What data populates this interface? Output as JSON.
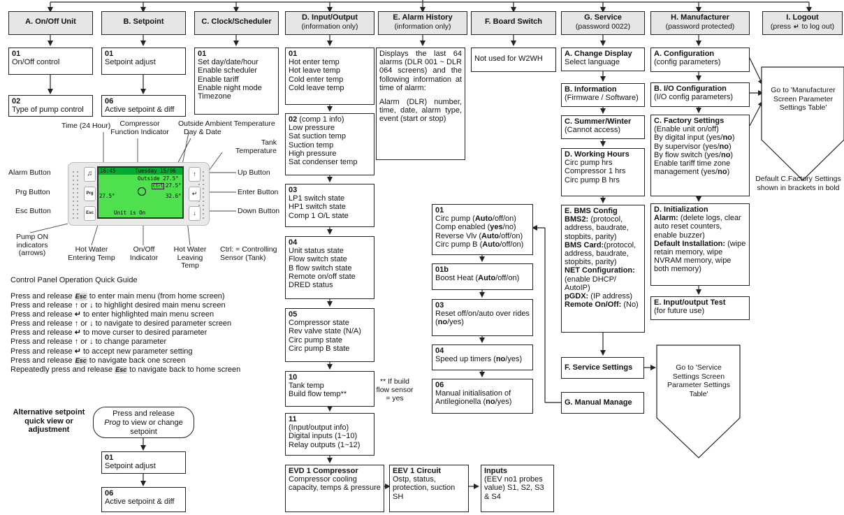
{
  "headers": [
    {
      "title": "A. On/Off Unit",
      "sub": ""
    },
    {
      "title": "B. Setpoint",
      "sub": ""
    },
    {
      "title": "C. Clock/Scheduler",
      "sub": ""
    },
    {
      "title": "D. Input/Output",
      "sub": "(information only)"
    },
    {
      "title": "E. Alarm History",
      "sub": "(information only)"
    },
    {
      "title": "F. Board Switch",
      "sub": ""
    },
    {
      "title": "G. Service",
      "sub": "(password 0022)"
    },
    {
      "title": "H. Manufacturer",
      "sub": "(password protected)"
    },
    {
      "title": "I. Logout",
      "sub_pre": "(press",
      "sub_post": "to log out)"
    }
  ],
  "colA": [
    {
      "code": "01",
      "text": "On/Off control"
    },
    {
      "code": "02",
      "text": "Type of pump control"
    }
  ],
  "colB": [
    {
      "code": "01",
      "text": "Setpoint adjust"
    },
    {
      "code": "06",
      "text": "Active setpoint & diff"
    }
  ],
  "colC": {
    "code": "01",
    "lines": [
      "Set day/date/hour",
      "Enable scheduler",
      "Enable tariff",
      "Enable night mode",
      "Timezone"
    ]
  },
  "colD": [
    {
      "code": "01",
      "code_suffix": "",
      "lines": [
        "Hot enter temp",
        "Hot leave temp",
        "Cold enter temp",
        "Cold leave temp"
      ]
    },
    {
      "code": "02",
      "code_suffix": " (comp 1 info)",
      "lines": [
        "Low pressure",
        "Sat suction temp",
        "Suction temp",
        "High pressure",
        "Sat condenser temp"
      ]
    },
    {
      "code": "03",
      "code_suffix": "",
      "lines": [
        "LP1 switch state",
        "HP1 switch state",
        "Comp 1 O/L state"
      ]
    },
    {
      "code": "04",
      "code_suffix": "",
      "lines": [
        "Unit status state",
        "Flow switch state",
        "B flow switch state",
        "Remote on/off state",
        "DRED status"
      ]
    },
    {
      "code": "05",
      "code_suffix": "",
      "lines": [
        "Compressor state",
        "Rev valve state (N/A)",
        "Circ pump state",
        "Circ pump B state"
      ]
    },
    {
      "code": "10",
      "code_suffix": "",
      "lines": [
        "Tank temp",
        "Build flow temp**"
      ]
    },
    {
      "code": "11",
      "code_suffix": "",
      "lines": [
        "(Input/output info)",
        "Digital inputs (1~10)",
        "Relay outputs (1~12)"
      ]
    }
  ],
  "d10_note": "** If build flow sensor = yes",
  "evd": {
    "title": "EVD 1 Compressor",
    "text": "Compressor cooling capacity, temps & pressure"
  },
  "eev": {
    "title": "EEV 1 Circuit",
    "text": "Ostp, status, protection, suction SH"
  },
  "inputs": {
    "title": "Inputs",
    "text": "(EEV no1 probes value) S1, S2, S3 & S4"
  },
  "colE": {
    "p1": "Displays the last 64 alarms (DLR 001 ~ DLR 064 screens) and the following information at time of alarm:",
    "p2": "Alarm (DLR) number, time, date, alarm type, event (start or stop)"
  },
  "colF": "Not used for W2WH",
  "colG": {
    "a": {
      "title": "A. Change Display",
      "lines": [
        "Select language"
      ]
    },
    "b": {
      "title": "B. Information",
      "lines": [
        "(Firmware / Software)"
      ]
    },
    "c": {
      "title": "C. Summer/Winter",
      "lines": [
        "(Cannot access)"
      ]
    },
    "d": {
      "title": "D. Working Hours",
      "lines": [
        "Circ pump hrs",
        "Compressor 1 hrs",
        "Circ pump B hrs"
      ]
    },
    "e": {
      "title": "E. BMS Config",
      "rows": [
        {
          "b": "BMS2:",
          "t": " (protocol, address, baudrate, stopbits, parity)"
        },
        {
          "b": "BMS Card:",
          "t": "(protocol, address, baudrate, stopbits, parity)"
        },
        {
          "b": "NET Configuration:",
          "t": " (enable DHCP/ AutoIP)"
        },
        {
          "b": "pGDX:",
          "t": " (IP address)"
        },
        {
          "b": "Remote On/Off:",
          "t": " (No)"
        }
      ]
    },
    "f": "F. Service Settings",
    "g": "G. Manual Manage",
    "goto": "Go to 'Service Settings Screen Parameter Settings Table'"
  },
  "manual": [
    {
      "code": "01",
      "rows": [
        {
          "a": "Circ pump (",
          "b": "Auto",
          "c": "/off/on)"
        },
        {
          "a": "Comp enabled (",
          "b": "yes",
          "c": "/no)"
        },
        {
          "a": "Reverse Vlv (",
          "b": "Auto",
          "c": "/off/on)"
        },
        {
          "a": "Circ pump B (",
          "b": "Auto",
          "c": "/off/on)"
        }
      ]
    },
    {
      "code": "01b",
      "rows": [
        {
          "a": "Boost Heat (",
          "b": "Auto",
          "c": "/off/on)"
        }
      ]
    },
    {
      "code": "03",
      "rows": [
        {
          "a": "Reset off/on/auto over rides (",
          "b": "no",
          "c": "/yes)"
        }
      ]
    },
    {
      "code": "04",
      "rows": [
        {
          "a": "Speed up timers (",
          "b": "no",
          "c": "/yes)"
        }
      ]
    },
    {
      "code": "06",
      "rows": [
        {
          "a": "Manual initialisation of Antilegionella (",
          "b": "no",
          "c": "/yes)"
        }
      ]
    }
  ],
  "colH": {
    "a": {
      "title": "A. Configuration",
      "lines": [
        "(config parameters)"
      ]
    },
    "b": {
      "title": "B. I/O Configuration",
      "lines": [
        "(I/O config parameters)"
      ]
    },
    "c": {
      "title": "C. Factory Settings",
      "rows": [
        {
          "a": "(Enable unit on/off)",
          "b": "",
          "c": ""
        },
        {
          "a": "By digital input (yes/",
          "b": "no",
          "c": ")"
        },
        {
          "a": "By supervisor (yes/",
          "b": "no",
          "c": ")"
        },
        {
          "a": "By flow switch (yes/",
          "b": "no",
          "c": ")"
        },
        {
          "a": "Enable tariff time zone management (yes/",
          "b": "no",
          "c": ")"
        }
      ]
    },
    "d": {
      "title": "D. Initialization",
      "rows": [
        {
          "b": "Alarm:",
          "t": " (delete logs, clear auto reset counters, enable buzzer)"
        },
        {
          "b": "Default Installation:",
          "t": " (wipe retain memory, wipe NVRAM memory, wipe both memory)"
        }
      ]
    },
    "e": {
      "title": "E. Input/output Test",
      "lines": [
        "(for future use)"
      ]
    },
    "goto": "Go to 'Manufacturer Screen Parameter Settings Table'",
    "note": "Default C.Factory Settings shown in brackets in bold"
  },
  "panel": {
    "screen_l1a": "16:45",
    "screen_l1b": "Tuesday 15/06",
    "screen_l2": "Outside 27.5°",
    "screen_ctrl": "Ctrl",
    "screen_r1": "27.5°",
    "screen_r2": "32.6°",
    "screen_left": "27.5°",
    "screen_status": "Unit is On",
    "labels": {
      "time": "Time (24 Hour)",
      "comp": "Compressor Function Indicator",
      "outside": "Outside Ambient Temperature",
      "day": "Day & Date",
      "tank": "Tank Temperature",
      "alarm": "Alarm Button",
      "prg": "Prg Button",
      "esc": "Esc Button",
      "up": "Up Button",
      "enter": "Enter Button",
      "down": "Down Button",
      "pump": "Pump ON indicators (arrows)",
      "hwe": "Hot Water Entering Temp",
      "onoff": "On/Off Indicator",
      "hwl": "Hot Water Leaving Temp",
      "ctrl": "Ctrl: = Controlling Sensor (Tank)"
    },
    "btn_prg": "Prg",
    "btn_esc": "Esc"
  },
  "guide": {
    "title": "Control Panel Operation Quick Guide",
    "lines": [
      {
        "pre": "Press and release ",
        "key": "Esc",
        "post": " to enter main menu (from home screen)"
      },
      {
        "pre": "Press and release ",
        "key": "↑",
        "mid": " or ",
        "key2": "↓",
        "post": " to highlight desired main menu screen"
      },
      {
        "pre": "Press and release ",
        "key": "↵",
        "post": " to enter highlighted main menu screen"
      },
      {
        "pre": "Press and release ",
        "key": "↑",
        "mid": " or ",
        "key2": "↓",
        "post": " to navigate to desired parameter screen"
      },
      {
        "pre": "Press and release ",
        "key": "↵",
        "post": " to move curser to desired parameter"
      },
      {
        "pre": "Press and release ",
        "key": "↑",
        "mid": " or ",
        "key2": "↓",
        "post": " to change parameter"
      },
      {
        "pre": "Press and release ",
        "key": "↵",
        "post": " to accept new parameter setting"
      },
      {
        "pre": "Press and release ",
        "key": "Esc",
        "post": " to navigate back one screen"
      },
      {
        "pre": "Repeatedly press and release ",
        "key": "Esc",
        "post": " to navigate back to home screen"
      }
    ]
  },
  "alt": {
    "label": "Alternative setpoint quick view or adjustment",
    "pill_l1": "Press and release",
    "pill_prog": "Prog",
    "pill_l2": " to view or change setpoint",
    "box1": {
      "code": "01",
      "text": "Setpoint adjust"
    },
    "box2": {
      "code": "06",
      "text": "Active setpoint & diff"
    }
  },
  "icons": {
    "enter": "enter-key-icon",
    "up": "up-arrow-icon",
    "down": "down-arrow-icon",
    "alarm": "bell-icon"
  },
  "colors": {
    "header_bg": "#e6e6e6",
    "screen": "#4ee04e",
    "panel": "#e9e9e9"
  }
}
